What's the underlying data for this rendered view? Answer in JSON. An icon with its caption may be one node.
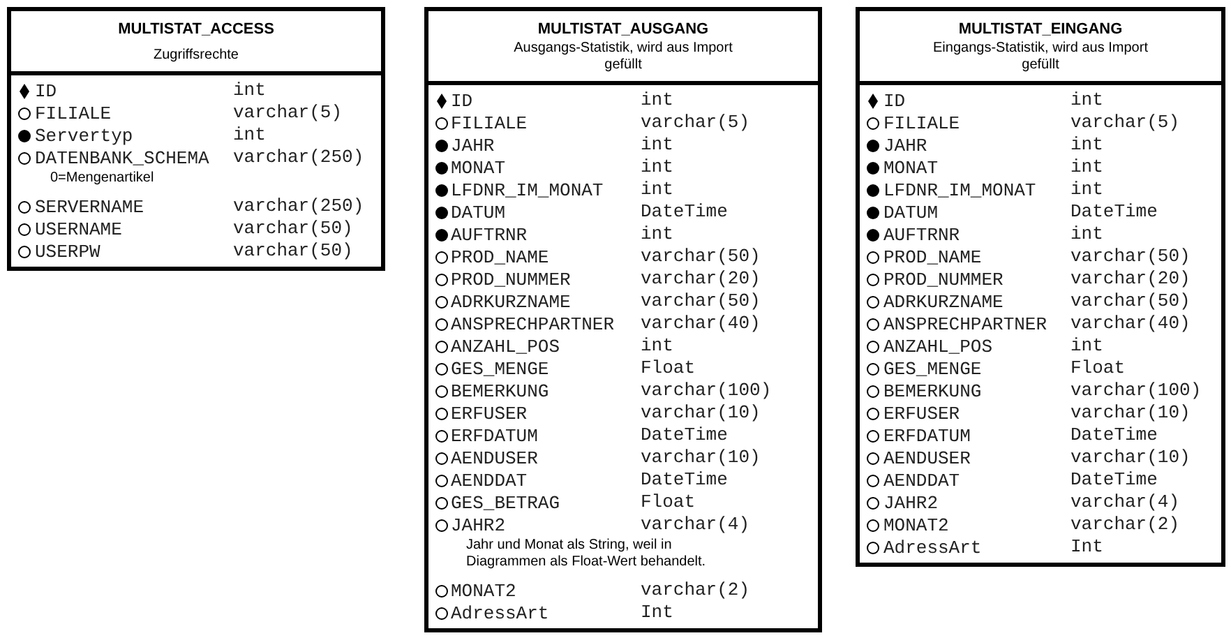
{
  "diagram": {
    "nodes": [
      {
        "text": [
          "MULTISTAT_ACCESS",
          "Zugriffsrechte"
        ]
      },
      {
        "text": [
          "ID",
          "int",
          "FILIALE",
          "varchar(5)",
          "Servertyp",
          "int",
          "DATENBANK_SCHEMA",
          "varchar(250)",
          "0=Mengenartikel",
          "SERVERNAME",
          "varchar(250)",
          "USERNAME",
          "varchar(50)",
          "USERPW",
          "varchar(50)"
        ],
        "in": 0
      },
      {
        "text": [
          "MULTISTAT_AUSGANG",
          "Ausgangs-Statistik, wird aus Import gefüllt"
        ]
      },
      {
        "text": [
          "ID",
          "int",
          "FILIALE",
          "varchar(5)",
          "JAHR",
          "int",
          "MONAT",
          "int",
          "LFDNR_IM_MONAT",
          "int",
          "DATUM",
          "DateTime",
          "AUFTRNR",
          "int",
          "PROD_NAME",
          "varchar(50)",
          "PROD_NUMMER",
          "varchar(20)",
          "ADRKURZNAME",
          "varchar(50)",
          "ANSPRECHPARTNER",
          "varchar(40)",
          "ANZAHL_POS",
          "int",
          "GES_MENGE",
          "Float",
          "BEMERKUNG",
          "varchar(100)",
          "ERFUSER",
          "varchar(10)",
          "ERFDATUM",
          "DateTime",
          "AENDUSER",
          "varchar(10)",
          "AENDDAT",
          "DateTime",
          "GES_BETRAG",
          "Float",
          "JAHR2",
          "varchar(4)",
          "Jahr und Monat als String, weil in Diagrammen als Float-Wert behandelt.",
          "MONAT2",
          "varchar(2)",
          "AdressArt",
          "Int"
        ],
        "in": 2
      },
      {
        "text": [
          "MULTISTAT_EINGANG",
          "Eingangs-Statistik, wird aus Import gefüllt"
        ]
      },
      {
        "text": [
          "ID",
          "int",
          "FILIALE",
          "varchar(5)",
          "JAHR",
          "int",
          "MONAT",
          "int",
          "LFDNR_IM_MONAT",
          "int",
          "DATUM",
          "DateTime",
          "AUFTRNR",
          "int",
          "PROD_NAME",
          "varchar(50)",
          "PROD_NUMMER",
          "varchar(20)",
          "ADRKURZNAME",
          "varchar(50)",
          "ANSPRECHPARTNER",
          "varchar(40)",
          "ANZAHL_POS",
          "int",
          "GES_MENGE",
          "Float",
          "BEMERKUNG",
          "varchar(100)",
          "ERFUSER",
          "varchar(10)",
          "ERFDATUM",
          "DateTime",
          "AENDUSER",
          "varchar(10)",
          "AENDDAT",
          "DateTime",
          "JAHR2",
          "varchar(4)",
          "MONAT2",
          "varchar(2)",
          "AdressArt",
          "Int"
        ],
        "in": 4
      }
    ]
  }
}
